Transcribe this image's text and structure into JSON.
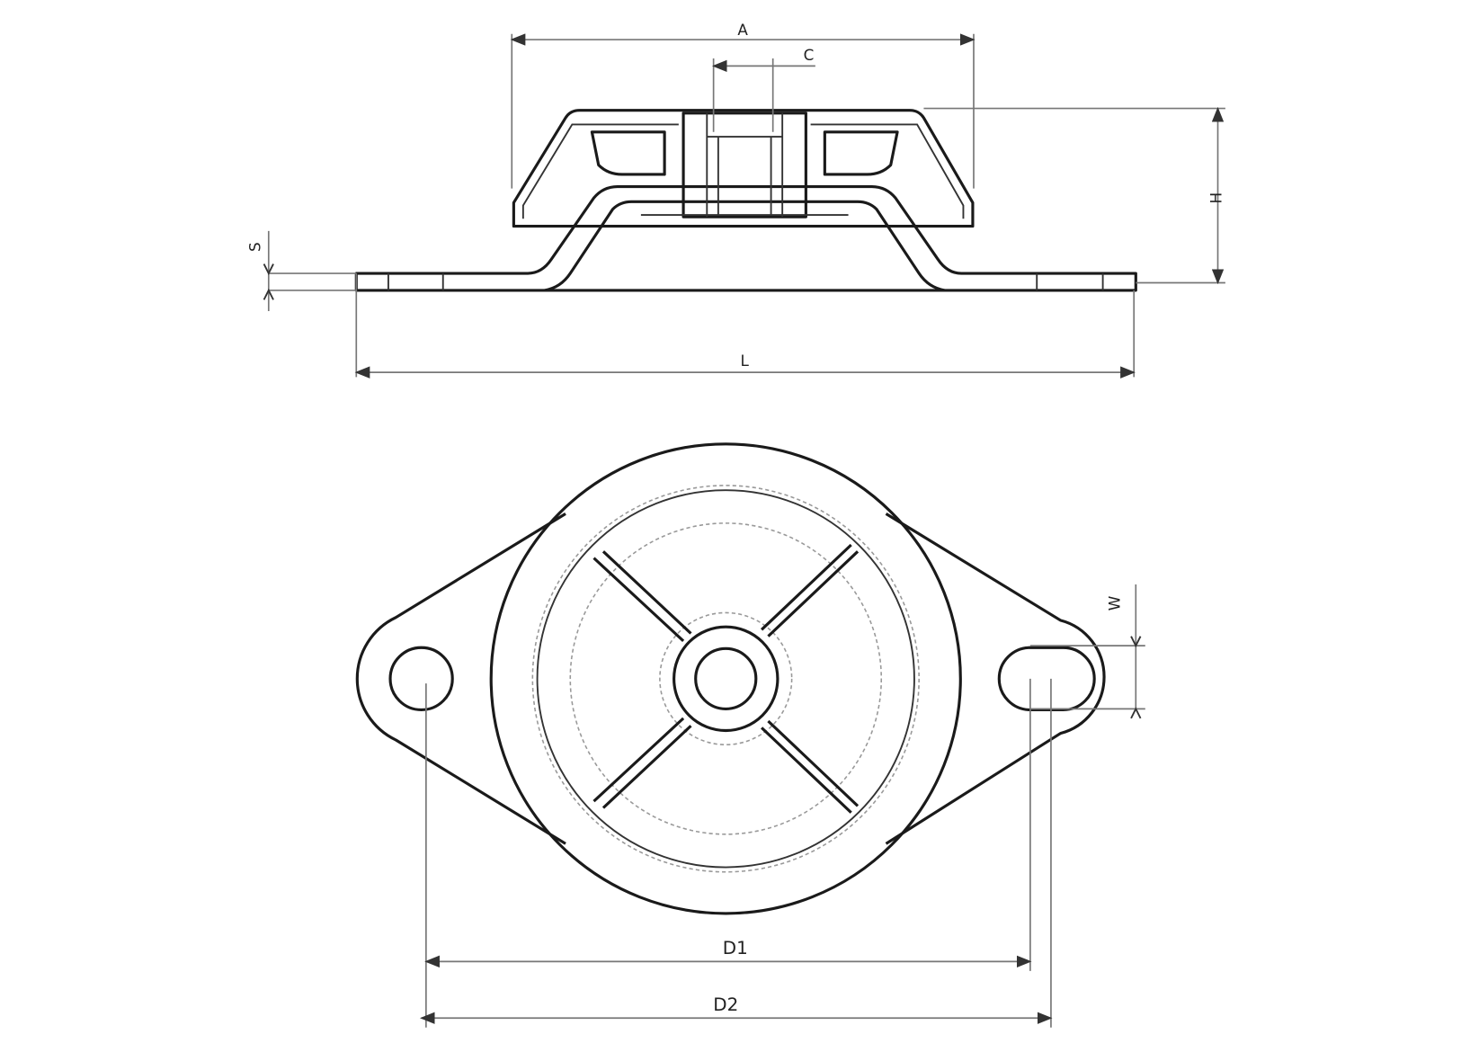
{
  "title": "Anti-vibration mount technical drawing",
  "labels": {
    "A": "A",
    "C": "C",
    "H": "H",
    "S": "S",
    "L": "L",
    "W": "W",
    "D1": "D1",
    "D2": "D2"
  },
  "colors": {
    "line": "#1a1a1a",
    "dimension": "#777777"
  }
}
